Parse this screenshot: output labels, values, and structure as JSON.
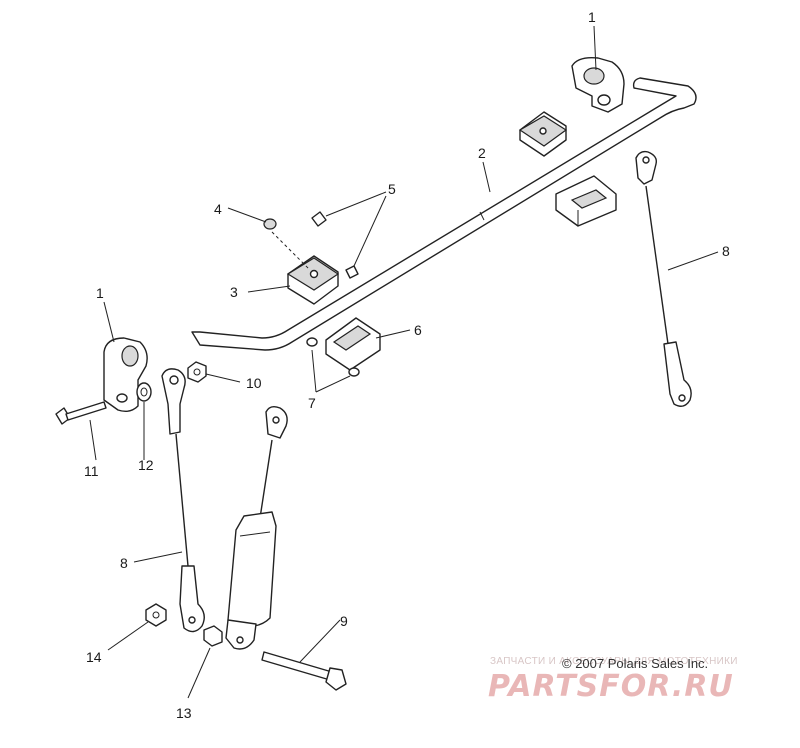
{
  "callouts": [
    {
      "id": "c1a",
      "label": "1"
    },
    {
      "id": "c1b",
      "label": "1"
    },
    {
      "id": "c2",
      "label": "2"
    },
    {
      "id": "c3",
      "label": "3"
    },
    {
      "id": "c4",
      "label": "4"
    },
    {
      "id": "c5",
      "label": "5"
    },
    {
      "id": "c6",
      "label": "6"
    },
    {
      "id": "c7",
      "label": "7"
    },
    {
      "id": "c8a",
      "label": "8"
    },
    {
      "id": "c8b",
      "label": "8"
    },
    {
      "id": "c9",
      "label": "9"
    },
    {
      "id": "c10",
      "label": "10"
    },
    {
      "id": "c11",
      "label": "11"
    },
    {
      "id": "c12",
      "label": "12"
    },
    {
      "id": "c13",
      "label": "13"
    },
    {
      "id": "c14",
      "label": "14"
    }
  ],
  "copyright": "© 2007 Polaris Sales Inc.",
  "watermark": {
    "caption": "ЗАПЧАСТИ И АКСЕССУАРЫ ДЛЯ МОТОТЕХНИКИ",
    "brand": "PARTSFOR.RU"
  }
}
